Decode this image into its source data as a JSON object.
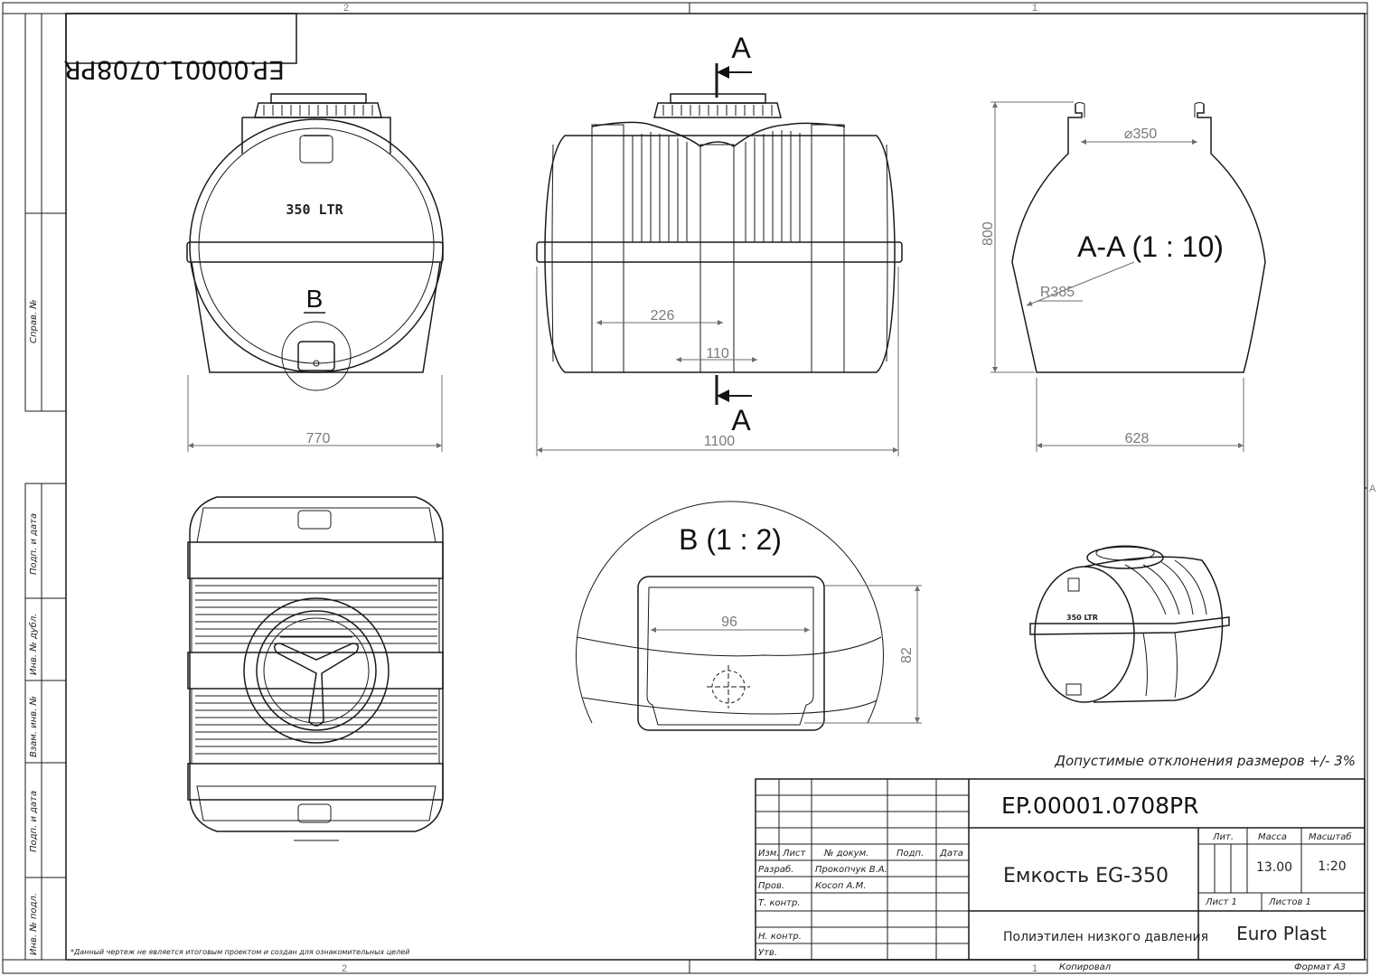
{
  "sheet": {
    "zone_top_left": "2",
    "zone_top_right": "1",
    "zone_bottom_left": "2",
    "zone_bottom_right": "1",
    "zone_side": "A",
    "mirrored_code": "EP.00001.0708PR",
    "side_labels": [
      "Справ. №",
      "Подп. и дата",
      "Инв. № дубл.",
      "Взам. инв. №",
      "Подп. и дата",
      "Инв. № подл."
    ]
  },
  "views": {
    "front": {
      "label": "350 LTR",
      "detail_marker": "B",
      "dim_width": "770"
    },
    "side": {
      "section_top": "A",
      "section_bottom": "A",
      "dim_226": "226",
      "dim_110": "110",
      "dim_width": "1100"
    },
    "section": {
      "title": "A-A (1 : 10)",
      "dim_neck": "⌀350",
      "dim_height": "800",
      "dim_radius": "R385",
      "dim_width": "628"
    },
    "detail": {
      "title": "B (1 : 2)",
      "dim_width": "96",
      "dim_height": "82"
    },
    "iso": {
      "label": "350 LTR"
    }
  },
  "notes": {
    "tolerance": "Допустимые отклонения размеров +/- 3%",
    "disclaimer": "*Данный чертеж не является итоговым проектом и создан для ознакомительных целей"
  },
  "title_block": {
    "designation": "EP.00001.0708PR",
    "name": "Емкость EG-350",
    "material": "Полиэтилен низкого давления",
    "company": "Euro Plast",
    "col_izm": "Изм.",
    "col_list": "Лист",
    "col_doc": "№ докум.",
    "col_sign": "Подп.",
    "col_date": "Дата",
    "row_razrab": "Разраб.",
    "row_prov": "Пров.",
    "row_tkontr": "Т. контр.",
    "row_nkontr": "Н. контр.",
    "row_utv": "Утв.",
    "razrab_name": "Прокопчук В.А.",
    "prov_name": "Косоп А.М.",
    "lit_label": "Лит.",
    "mass_label": "Масса",
    "scale_label": "Масштаб",
    "mass_value": "13.00",
    "scale_value": "1:20",
    "sheet_label": "Лист 1",
    "sheets_label": "Листов 1",
    "copied": "Копировал",
    "format": "Формат А3"
  }
}
